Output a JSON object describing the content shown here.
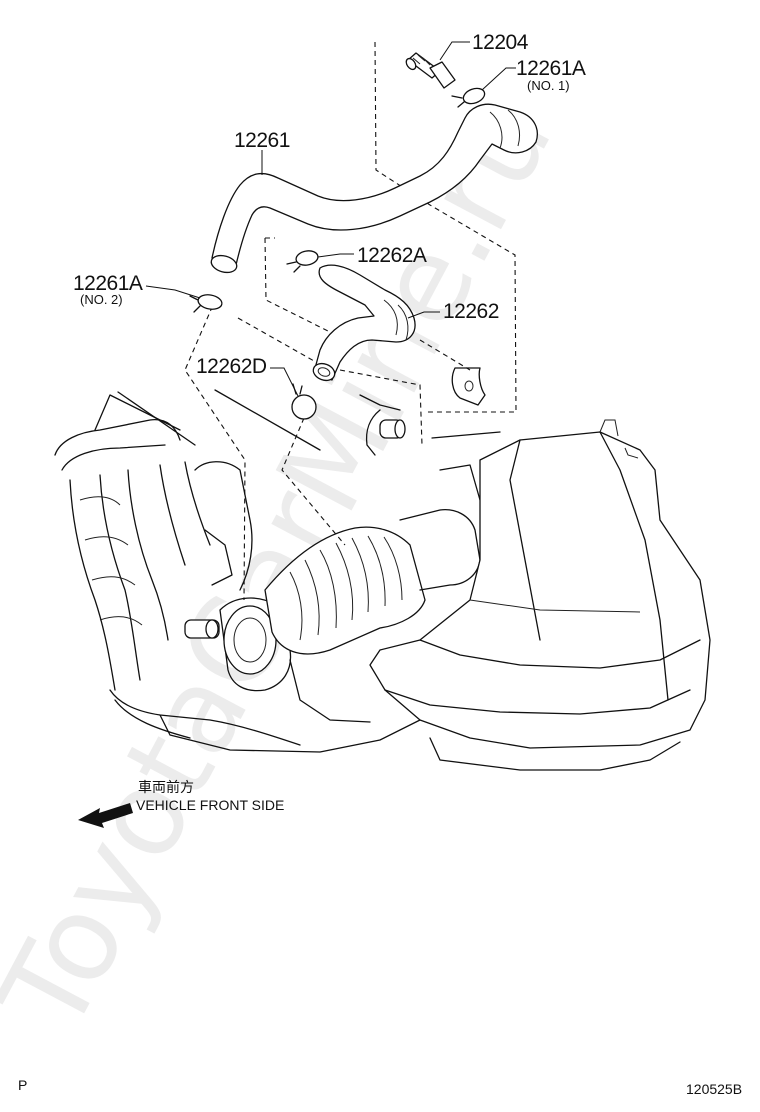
{
  "parts": [
    {
      "number": "12204",
      "sub": ""
    },
    {
      "number": "12261A",
      "sub": "(NO. 1)"
    },
    {
      "number": "12261",
      "sub": ""
    },
    {
      "number": "12262A",
      "sub": ""
    },
    {
      "number": "12261A",
      "sub": "(NO. 2)"
    },
    {
      "number": "12262",
      "sub": ""
    },
    {
      "number": "12262D",
      "sub": ""
    }
  ],
  "direction": {
    "label_jp": "車両前方",
    "label_en": "VEHICLE FRONT SIDE"
  },
  "watermark": "ToyotaCarMine.ru",
  "footer": {
    "left": "P",
    "right": "120525B"
  }
}
